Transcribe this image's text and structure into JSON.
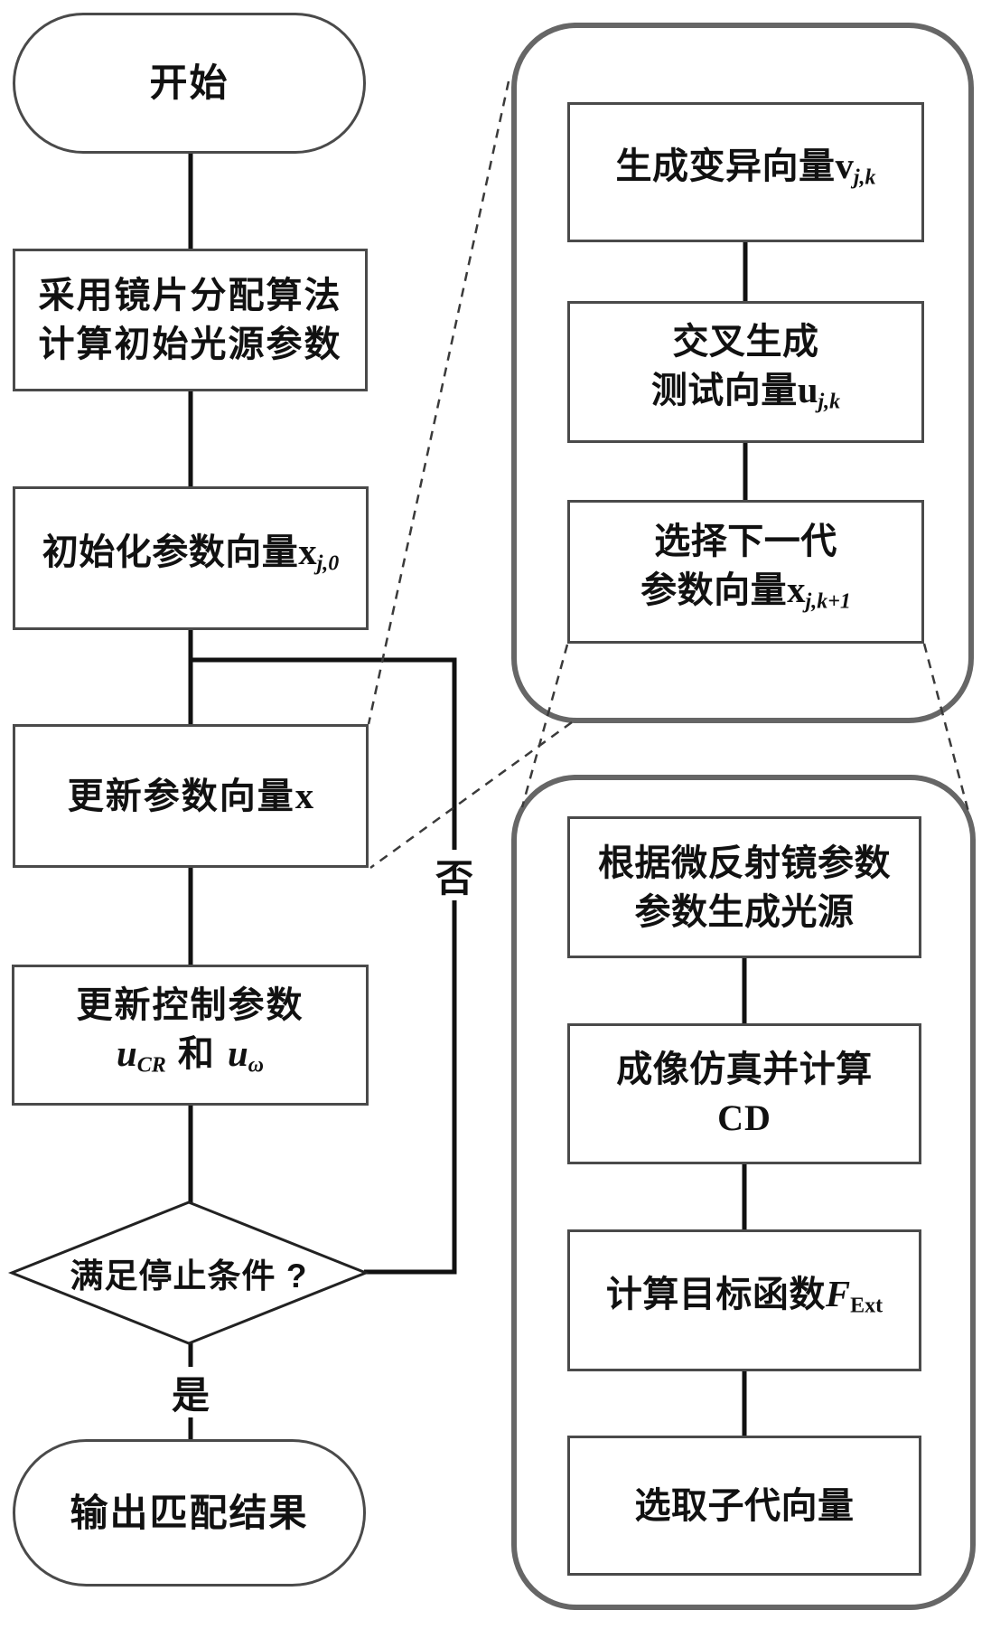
{
  "flowchart": {
    "left_column": {
      "start_label": "开始",
      "lens_box": {
        "line1": "采用镜片分配算法",
        "line2": "计算初始光源参数"
      },
      "init_box": {
        "text": "初始化参数向量",
        "var": "x",
        "sub": "j,0"
      },
      "update_vector_box": {
        "text": "更新参数向量",
        "var": "x"
      },
      "update_ctrl_box": {
        "line1": "更新控制参数",
        "var1": "u",
        "sub1": "CR",
        "conj": "和",
        "var2": "u",
        "sub2": "ω"
      },
      "decision_label": "满足停止条件 ?",
      "no_label": "否",
      "yes_label": "是",
      "end_label": "输出匹配结果"
    },
    "mutation_panel": {
      "box1": {
        "text": "生成变异向量",
        "var": "v",
        "sub": "j,k"
      },
      "box2": {
        "line1": "交叉生成",
        "line2": "测试向量",
        "var": "u",
        "sub": "j,k"
      },
      "box3": {
        "line1": "选择下一代",
        "line2": "参数向量",
        "var": "x",
        "sub": "j,k+1"
      }
    },
    "evaluation_panel": {
      "box1": {
        "line1": "根据微反射镜参数",
        "line2": "参数生成光源"
      },
      "box2": {
        "line1": "成像仿真并计算",
        "line2": "CD"
      },
      "box3": {
        "text": "计算目标函数",
        "var": "F",
        "sub": "Ext"
      },
      "box4": {
        "text": "选取子代向量"
      }
    },
    "colors": {
      "line": "#111111",
      "box_border": "#4a4a4a",
      "panel_border": "#666666",
      "background": "#ffffff",
      "text": "#111111"
    }
  }
}
